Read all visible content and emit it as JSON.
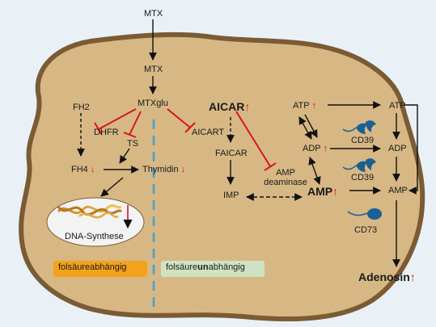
{
  "nodes": {
    "mtx_top": "MTX",
    "mtx_mid": "MTX",
    "mtxglu": "MTXglu",
    "fh2": "FH2",
    "dhfr": "DHFR",
    "ts": "TS",
    "fh4": "FH4",
    "thymidin": "Thymidin",
    "dna": "DNA-Synthese",
    "aicar": "AICAR",
    "aicart": "AICART",
    "faicar": "FAICAR",
    "imp": "IMP",
    "amp_deaminase_1": "AMP",
    "amp_deaminase_2": "deaminase",
    "atp_in": "ATP",
    "adp_in": "ADP",
    "amp_in": "AMP",
    "atp_out": "ATP",
    "adp_out": "ADP",
    "amp_out": "AMP",
    "cd39_1": "CD39",
    "cd39_2": "CD39",
    "cd73": "CD73",
    "adenosin": "Adenosin"
  },
  "badges": {
    "folate_dependent": "folsäureabhängig",
    "folate_independent_pre": "folsäure",
    "folate_independent_bold": "un",
    "folate_independent_post": "abhängig"
  },
  "colors": {
    "background": "#e9f1f7",
    "cell_fill": "#d7b884",
    "cell_stroke": "#7a5b33",
    "inhibit": "#d8141c",
    "divider": "#3aa3d6",
    "enzyme": "#1c5f95"
  }
}
